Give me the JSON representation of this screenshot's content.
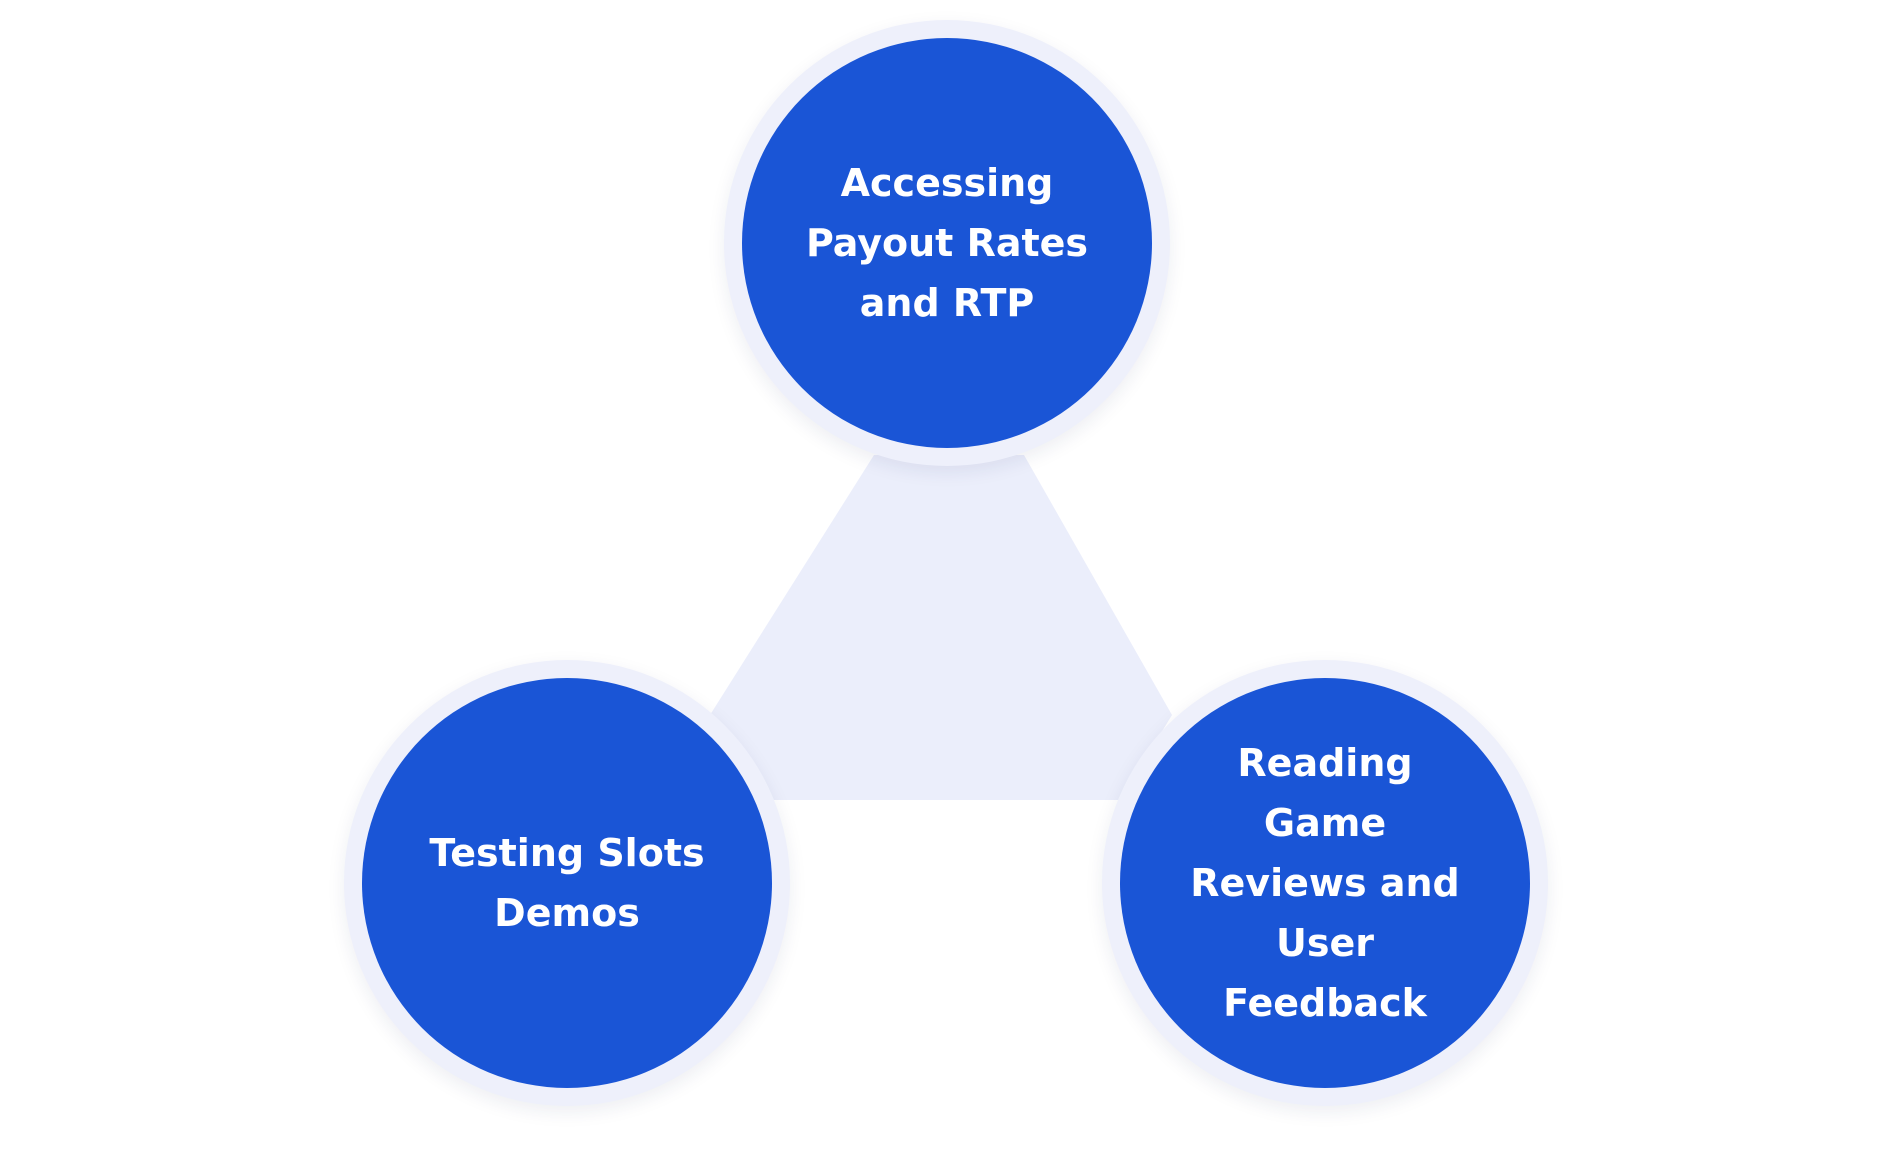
{
  "colors": {
    "node_fill": "#1a55d6",
    "node_ring": "#eef0fb",
    "connector": "#ebeefb",
    "text": "#ffffff",
    "background": "#ffffff"
  },
  "diagram": {
    "nodes": {
      "top": {
        "line1": "Accessing",
        "line2": "Payout Rates",
        "line3": "and RTP"
      },
      "left": {
        "line1": "Testing Slots",
        "line2": "Demos"
      },
      "right": {
        "line1": "Reading Game",
        "line2": "Reviews and",
        "line3": "User Feedback"
      }
    }
  }
}
